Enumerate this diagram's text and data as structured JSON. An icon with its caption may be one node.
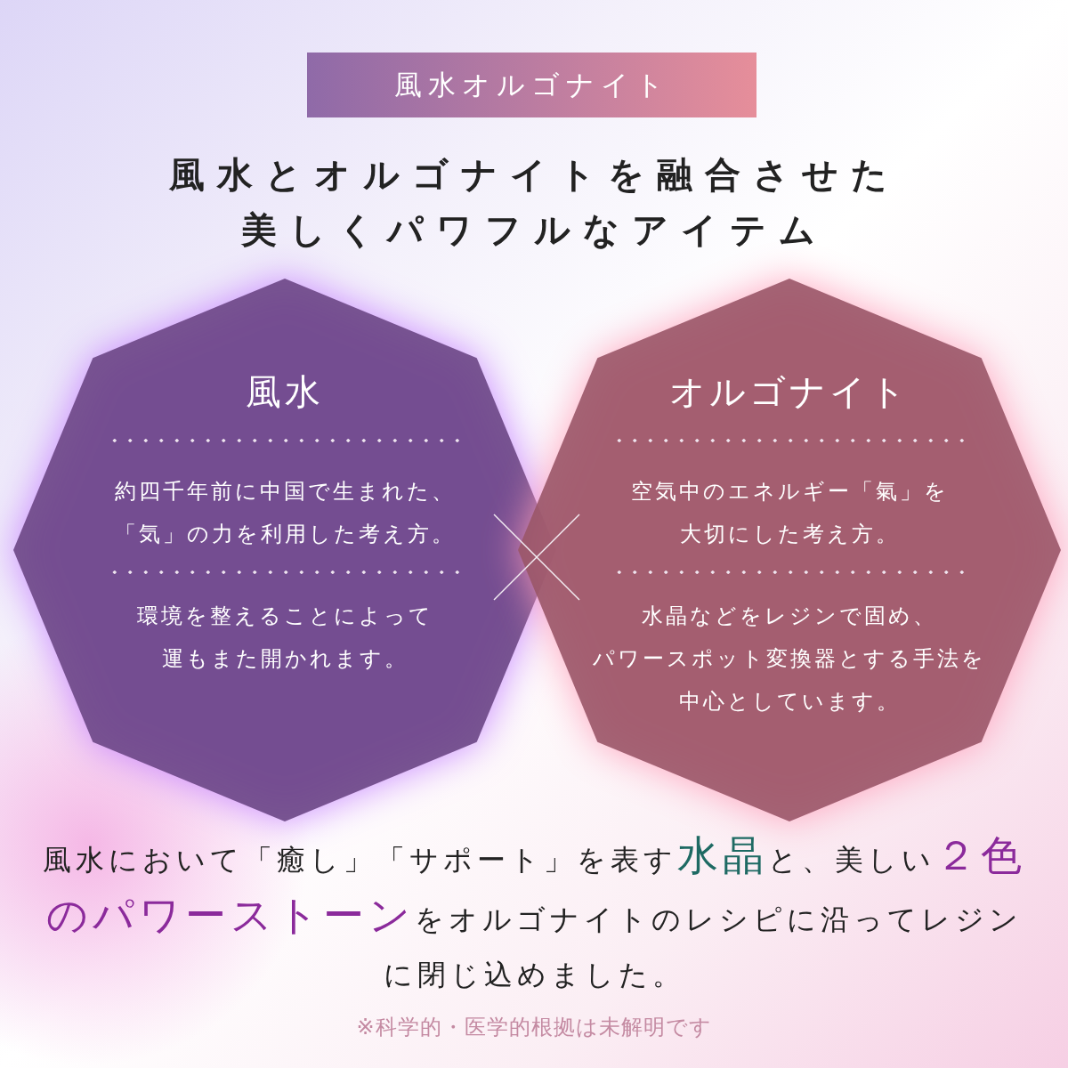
{
  "diagram": {
    "title": "風水とオルゴナイトを融合させた美しくパワフルなアイテム",
    "nodes": [
      {
        "text": [
          "風水オルゴナイト"
        ]
      },
      {
        "text": [
          "風水",
          "約四千年前に中国で生まれた、「気」の力を利用した考え方。",
          "環境を整えることによって運もまた開かれます。"
        ]
      },
      {
        "text": [
          "オルゴナイト",
          "空気中のエネルギー「氣」を大切にした考え方。",
          "水晶などをレジンで固め、パワースポット変換器とする手法を中心としています。"
        ]
      }
    ],
    "caption": "風水において「癒し」「サポート」を表す**水晶**と、美しい**２色のパワーストーン**をオルゴナイトのレシピに沿ってレジンに閉じ込めました。",
    "labels": [
      "※科学的・医学的根拠は未解明です"
    ]
  }
}
